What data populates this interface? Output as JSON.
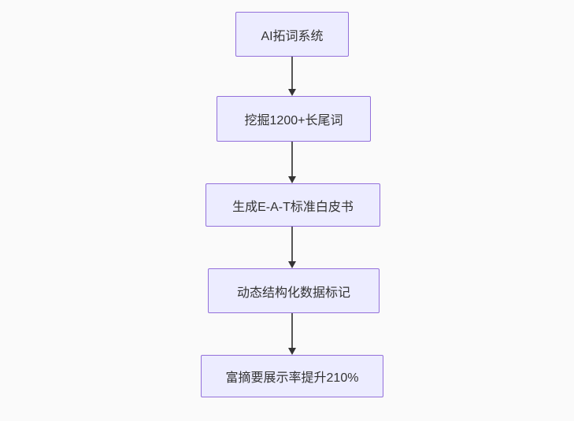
{
  "diagram": {
    "type": "flowchart",
    "direction": "top-down",
    "nodes": [
      {
        "id": "A",
        "label": "AI拓词系统"
      },
      {
        "id": "B",
        "label": "挖掘1200+长尾词"
      },
      {
        "id": "C",
        "label": "生成E-A-T标准白皮书"
      },
      {
        "id": "D",
        "label": "动态结构化数据标记"
      },
      {
        "id": "E",
        "label": "富摘要展示率提升210%"
      }
    ],
    "edges": [
      {
        "from": "A",
        "to": "B",
        "arrow": "down"
      },
      {
        "from": "B",
        "to": "C",
        "arrow": "down"
      },
      {
        "from": "C",
        "to": "D",
        "arrow": "down"
      },
      {
        "from": "D",
        "to": "E",
        "arrow": "down"
      }
    ],
    "colors": {
      "node_fill": "#ECECFF",
      "node_border": "#9370DB",
      "edge_line": "#555555",
      "arrowhead": "#333333",
      "text": "#333333",
      "background": "#FAFAFA"
    }
  }
}
